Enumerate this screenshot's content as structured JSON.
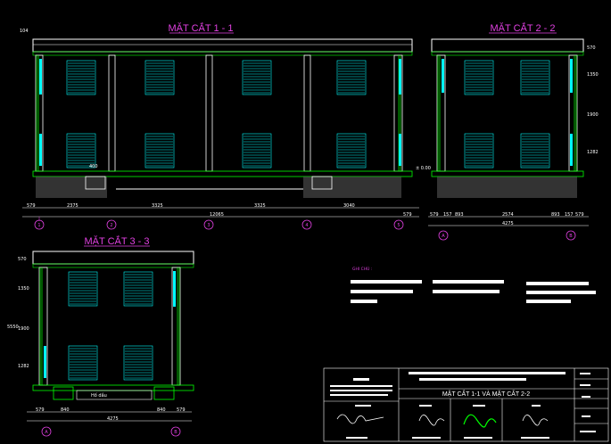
{
  "sections": {
    "s11": "MẶT CẮT 1 - 1",
    "s22": "MẶT CẮT 2 - 2",
    "s33": "MẶT CẮT 3 - 3"
  },
  "s11_dims": {
    "top_left": "104",
    "bottom": [
      "579",
      "2375",
      "3325",
      "3325",
      "3040",
      "579"
    ],
    "overall": "12065",
    "label_400": "400",
    "label_level": "± 0.00",
    "axes": [
      "1",
      "2",
      "3",
      "4",
      "5"
    ]
  },
  "s22_dims": {
    "right": [
      "570",
      "1350",
      "1900",
      "1282"
    ],
    "bottom": [
      "579",
      "157",
      "893",
      "2574",
      "893",
      "157",
      "579"
    ],
    "overall": "4275",
    "axes": [
      "A",
      "B"
    ]
  },
  "s33_dims": {
    "left": [
      "570",
      "1350",
      "1900",
      "1282"
    ],
    "overall_left": "5550",
    "bottom": [
      "579",
      "840",
      "4275",
      "840",
      "579"
    ],
    "pit": "Hố dầu",
    "axes": [
      "A",
      "B"
    ]
  },
  "notes": {
    "header": "GHI CHÚ :"
  },
  "title_block": {
    "drawing_title": "MẶT CẮT 1-1 VÀ MẶT CẮT 2-2"
  }
}
